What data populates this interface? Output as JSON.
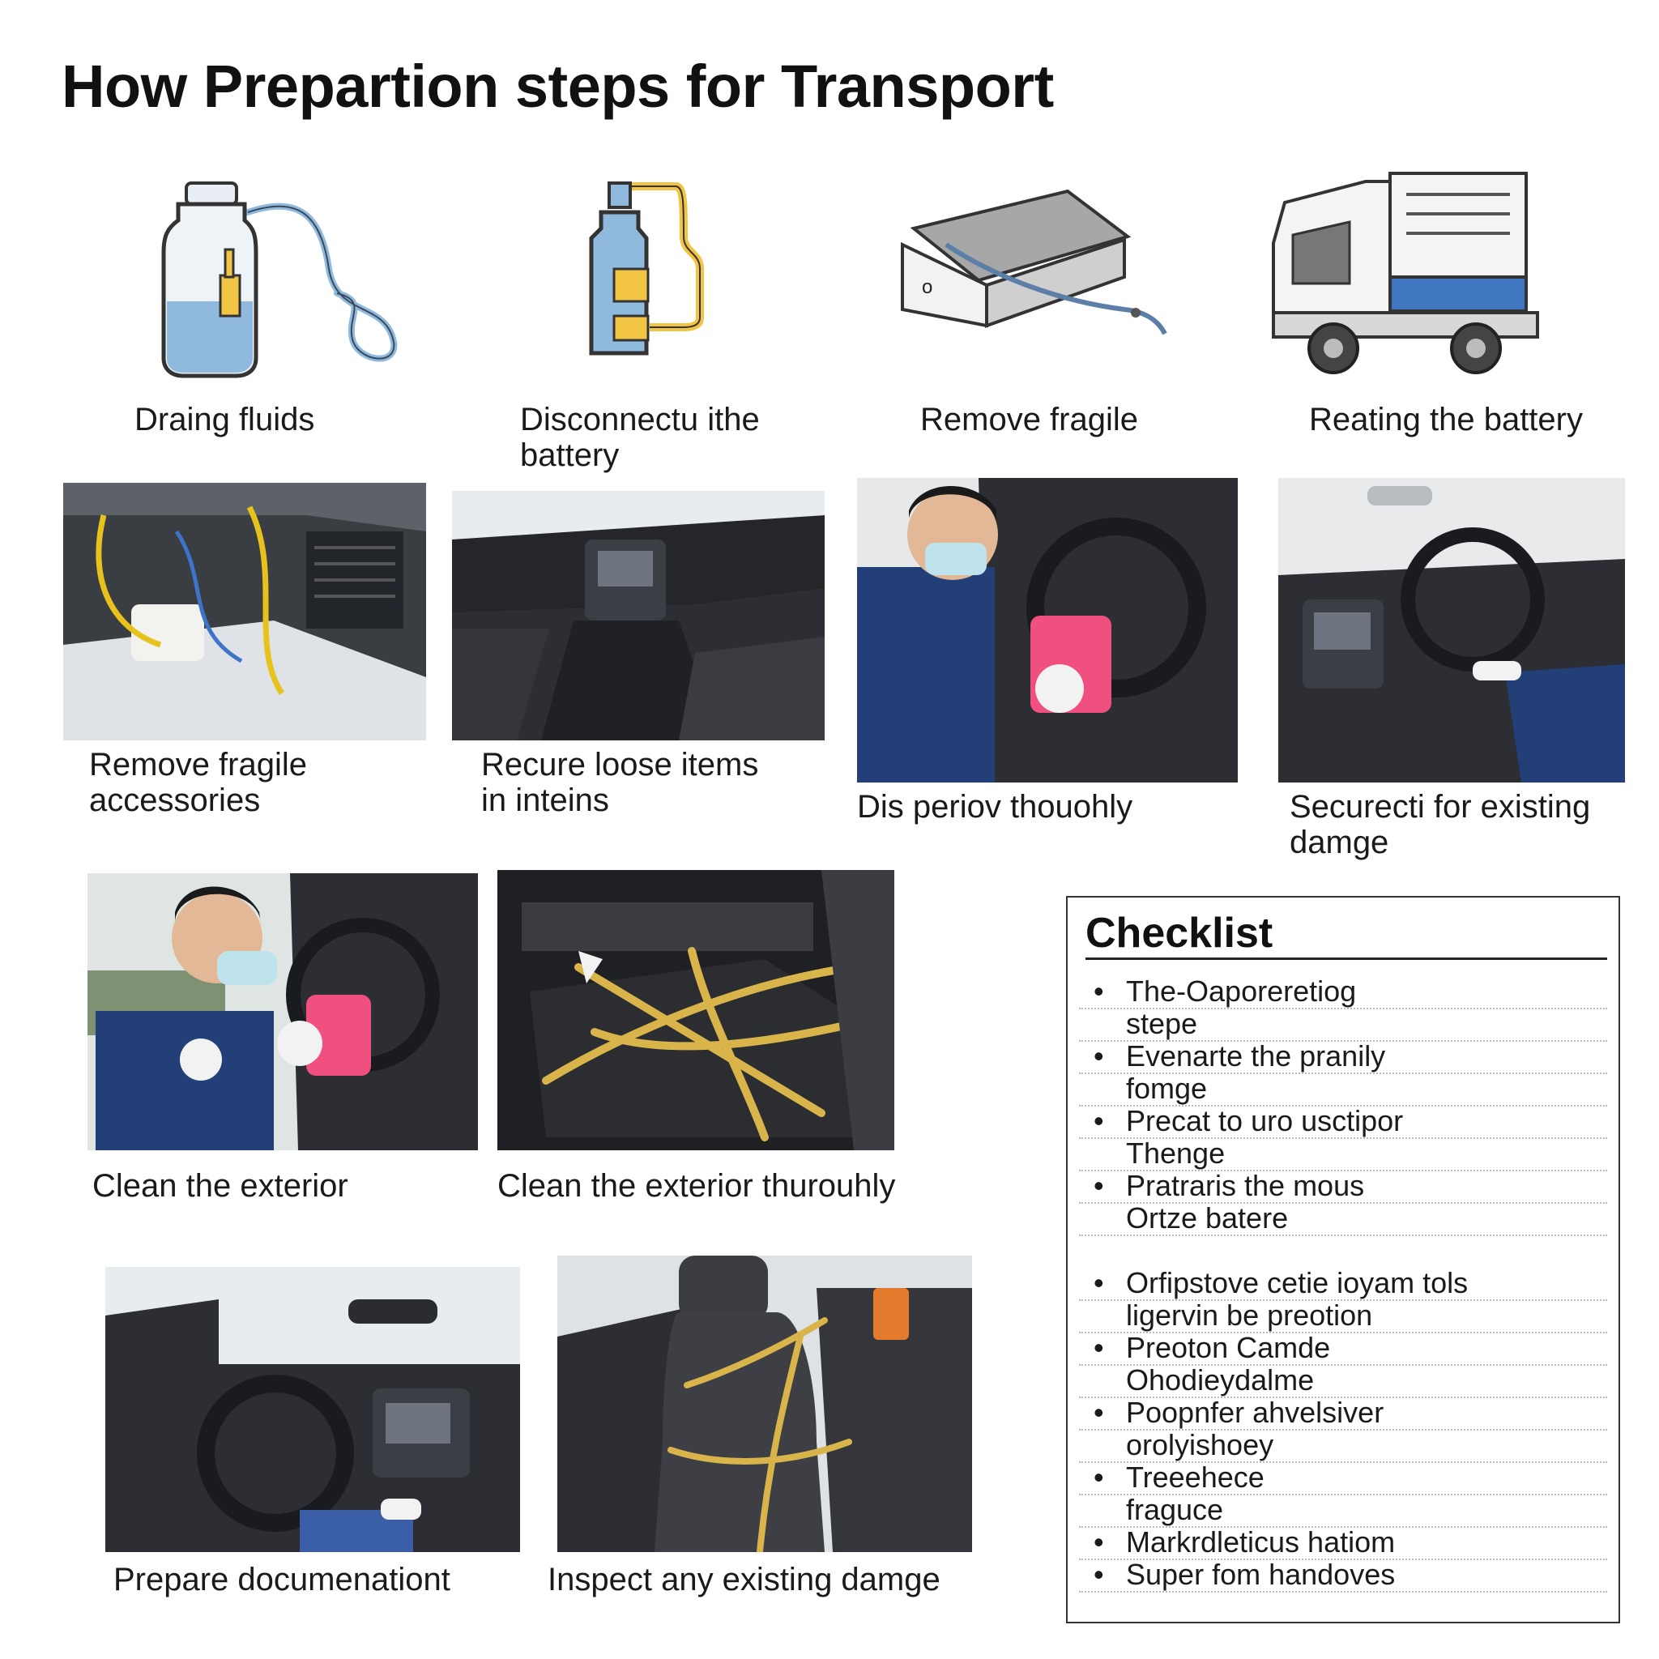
{
  "title": "How Prepartion steps for Transport",
  "icon_steps": [
    {
      "label": "Draing fluids",
      "icon": "fluid-jug-icon"
    },
    {
      "label": "Disconnectu ithe battery",
      "icon": "spray-bottle-icon"
    },
    {
      "label": "Remove fragile",
      "icon": "box-cable-icon"
    },
    {
      "label": "Reating the battery",
      "icon": "truck-icon"
    }
  ],
  "photo_row1": [
    {
      "label": "Remove fragile accessories"
    },
    {
      "label": "Recure loose items in inteins"
    },
    {
      "label": "Dis periov thouohly"
    },
    {
      "label": "Securecti for existing damge"
    }
  ],
  "photo_row2": [
    {
      "label": "Clean the exterior"
    },
    {
      "label": "Clean the exterior thurouhly"
    }
  ],
  "photo_row3": [
    {
      "label": "Prepare documenationt"
    },
    {
      "label": "Inspect any existing damge"
    }
  ],
  "checklist": {
    "title": "Checklist",
    "items": [
      {
        "lines": [
          "The-Oaporeretiog",
          "stepe"
        ]
      },
      {
        "lines": [
          "Evenarte the pranily",
          "fomge"
        ]
      },
      {
        "lines": [
          "Precat to uro usctipor",
          "Thenge"
        ]
      },
      {
        "lines": [
          "Pratraris the mous",
          "Ortze batere"
        ]
      },
      {
        "lines": [
          "Orfipstove cetie ioyam tols",
          "ligervin be preotion"
        ]
      },
      {
        "lines": [
          "Preoton Camde",
          "Ohodieydalme"
        ]
      },
      {
        "lines": [
          "Poopnfer ahvelsiver",
          "orolyishoey"
        ]
      },
      {
        "lines": [
          "Treeehece",
          "fraguce"
        ]
      },
      {
        "lines": [
          "Markrdleticus hatiom"
        ]
      },
      {
        "lines": [
          "Super fom handoves"
        ]
      }
    ]
  },
  "colors": {
    "icon_blue": "#8fb9dd",
    "icon_yellow": "#f1c443",
    "rope_yellow": "#d8b44a",
    "towel_pink": "#f0507f",
    "shirt_navy": "#233f78",
    "interior_dark": "#2c2e33"
  }
}
